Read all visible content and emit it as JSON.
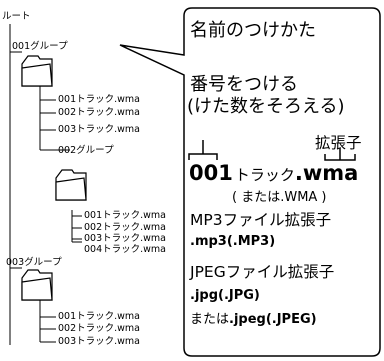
{
  "tree": {
    "root": "ルート",
    "groups": [
      {
        "name": "001グループ",
        "files": [
          "001トラック.wma",
          "002トラック.wma",
          "003トラック.wma"
        ]
      },
      {
        "name": "002グループ",
        "files": [
          "001トラック.wma",
          "002トラック.wma",
          "003トラック.wma",
          "004トラック.wma"
        ]
      },
      {
        "name": "003グループ",
        "files": [
          "001トラック.wma",
          "002トラック.wma",
          "003トラック.wma"
        ]
      }
    ]
  },
  "callout": {
    "heading": "名前のつけかた",
    "numbering_line1": "番号をつける",
    "numbering_line2": "(けた数をそろえる)",
    "extension_label": "拡張子",
    "example_number": "001",
    "example_name": "トラック",
    "example_ext": ".wma",
    "example_alt": "( または.WMA )",
    "mp3_label": "MP3ファイル拡張子",
    "mp3_ext": ".mp3(.MP3)",
    "jpeg_label": "JPEGファイル拡張子",
    "jpeg_ext": ".jpg(.JPG)",
    "jpeg_alt_prefix": "または",
    "jpeg_alt_ext": ".jpeg(.JPEG)"
  }
}
